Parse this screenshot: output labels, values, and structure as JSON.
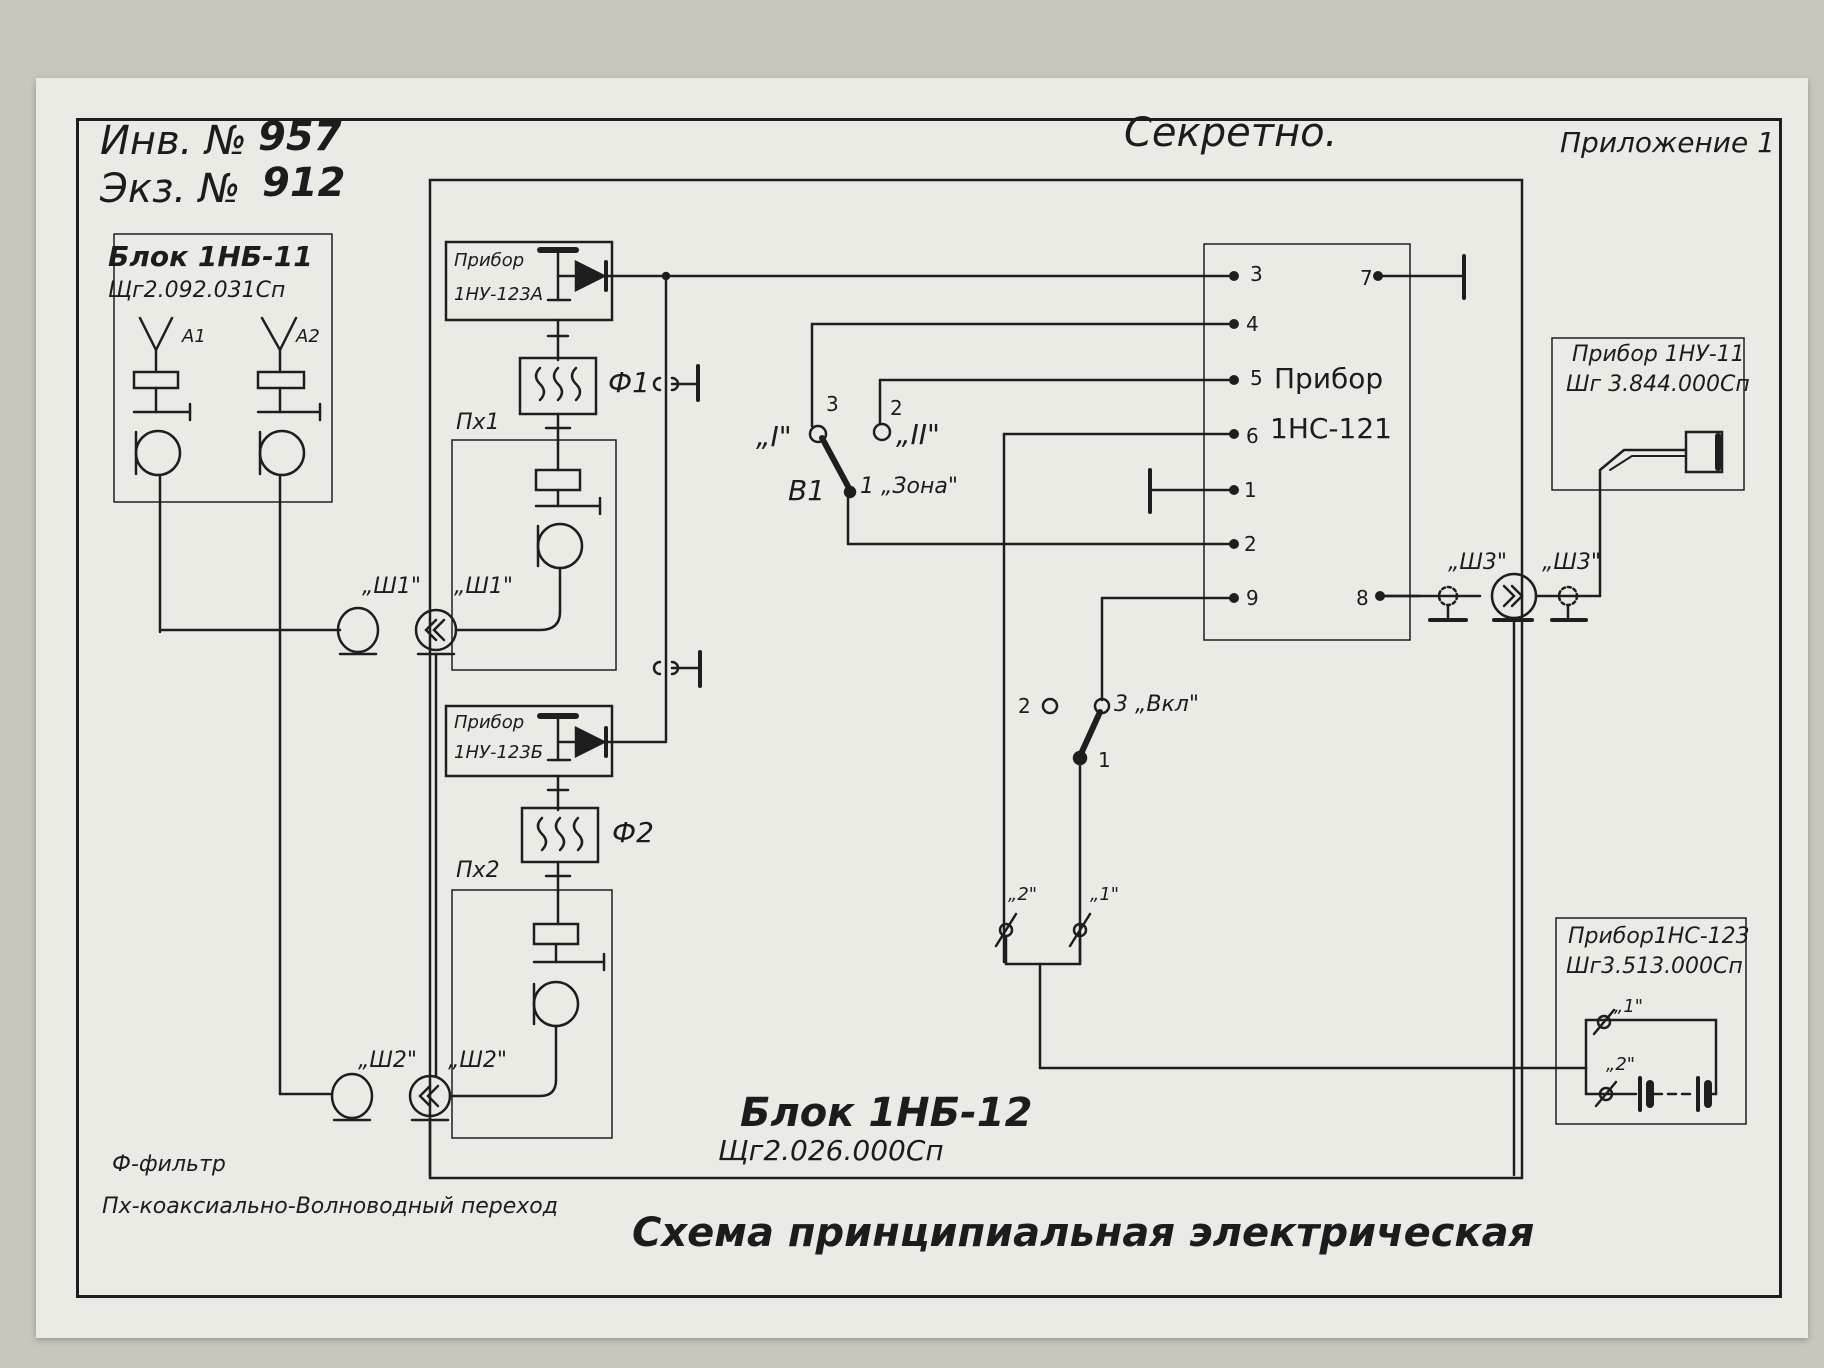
{
  "header": {
    "inv_label": "Инв. №",
    "inv_number": "957",
    "copy_label": "Экз. №",
    "copy_number": "912",
    "classification": "Секретно.",
    "appendix": "Приложение 1"
  },
  "block_1nb11": {
    "title": "Блок 1НБ-11",
    "code": "Щг2.092.031Сп",
    "antenna_a1": "А1",
    "antenna_a2": "А2"
  },
  "block_1nb12": {
    "title": "Блок 1НБ-12",
    "code": "Щг2.026.000Сп"
  },
  "device_1nu123a": {
    "line1": "Прибор",
    "line2": "1НУ-123А"
  },
  "device_1nu123b": {
    "line1": "Прибор",
    "line2": "1НУ-123Б"
  },
  "filters": {
    "f1": "Ф1",
    "f2": "Ф2"
  },
  "transitions": {
    "px1": "Пх1",
    "px2": "Пх2"
  },
  "connectors": {
    "sh1": "„Ш1\"",
    "sh2": "„Ш2\"",
    "sh3": "„Ш3\""
  },
  "device_1nc121": {
    "line1": "Прибор",
    "line2": "1НС-121",
    "pins": {
      "p3": "3",
      "p4": "4",
      "p5": "5",
      "p6": "6",
      "p1": "1",
      "p2": "2",
      "p9": "9",
      "p7": "7",
      "p8": "8"
    }
  },
  "switch_b1": {
    "name": "В1",
    "pos_i": "„I\"",
    "pos_ii": "„II\"",
    "pos_zona": "1 „Зона\"",
    "pin3": "3",
    "pin2": "2"
  },
  "switch_on": {
    "pin2": "2",
    "pin3": "3 „Вкл\"",
    "pin1": "1"
  },
  "terminals": {
    "t2": "„2\"",
    "t1": "„1\""
  },
  "device_1nu11": {
    "title": "Прибор 1НУ-11",
    "code": "Шг 3.844.000Сп"
  },
  "device_1nc123": {
    "title": "Прибор1НС-123",
    "code": "Шг3.513.000Сп",
    "t1": "„1\"",
    "t2": "„2\""
  },
  "legend": {
    "f": "Ф-фильтр",
    "px": "Пх-коаксиальнo-Волноводный переход"
  },
  "caption": "Схема принципиальная электрическая"
}
